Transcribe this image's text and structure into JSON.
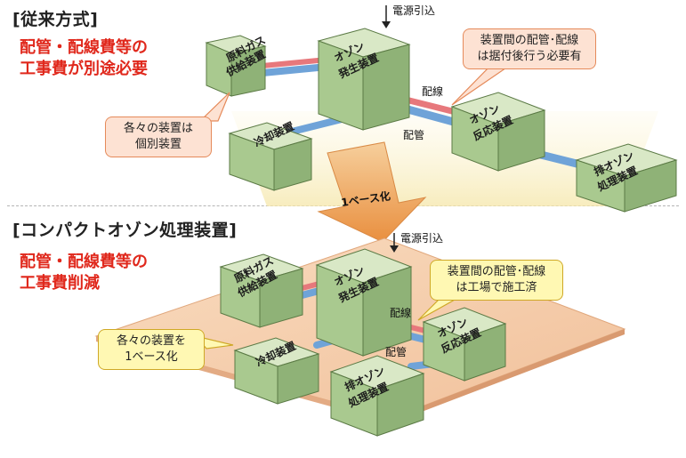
{
  "top": {
    "heading": "[従来方式]",
    "note_line1": "配管・配線費等の",
    "note_line2": "工事費が別途必要",
    "power_label": "電源引込",
    "callout_right_line1": "装置間の配管･配線",
    "callout_right_line2": "は据付後行う必要有",
    "callout_left_line1": "各々の装置は",
    "callout_left_line2": "個別装置",
    "wiring_label": "配線",
    "piping_label": "配管",
    "boxes": {
      "raw_gas_line1": "原料ガス",
      "raw_gas_line2": "供給装置",
      "ozone_gen_line1": "オゾン",
      "ozone_gen_line2": "発生装置",
      "cooling": "冷却装置",
      "reactor_line1": "オゾン",
      "reactor_line2": "反応装置",
      "waste_line1": "排オゾン",
      "waste_line2": "処理装置"
    }
  },
  "arrow_label": "1ベース化",
  "bottom": {
    "heading": "[コンパクトオゾン処理装置]",
    "note_line1": "配管・配線費等の",
    "note_line2": "工事費削減",
    "power_label": "電源引込",
    "callout_right_line1": "装置間の配管･配線",
    "callout_right_line2": "は工場で施工済",
    "callout_left_line1": "各々の装置を",
    "callout_left_line2": "1ベース化",
    "wiring_label": "配線",
    "piping_label": "配管",
    "boxes": {
      "raw_gas_line1": "原料ガス",
      "raw_gas_line2": "供給装置",
      "ozone_gen_line1": "オゾン",
      "ozone_gen_line2": "発生装置",
      "cooling": "冷却装置",
      "reactor_line1": "オゾン",
      "reactor_line2": "反応装置",
      "waste_line1": "排オゾン",
      "waste_line2": "処理装置"
    }
  },
  "colors": {
    "box_top": "#d9e8c6",
    "box_front": "#a9c98f",
    "box_side": "#8fb277",
    "pipe_blue": "#6fa3d8",
    "pipe_red": "#e7787c",
    "base_plate": "#f6cda9",
    "arrow": "#f0a55c"
  }
}
